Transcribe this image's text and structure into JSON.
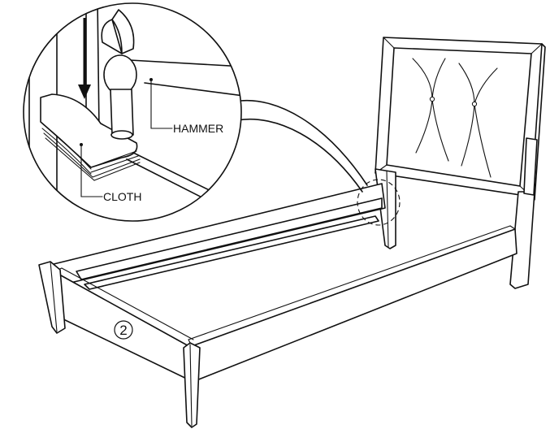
{
  "callouts": {
    "hammer": "HAMMER",
    "cloth": "CLOTH"
  },
  "step_number": "2"
}
